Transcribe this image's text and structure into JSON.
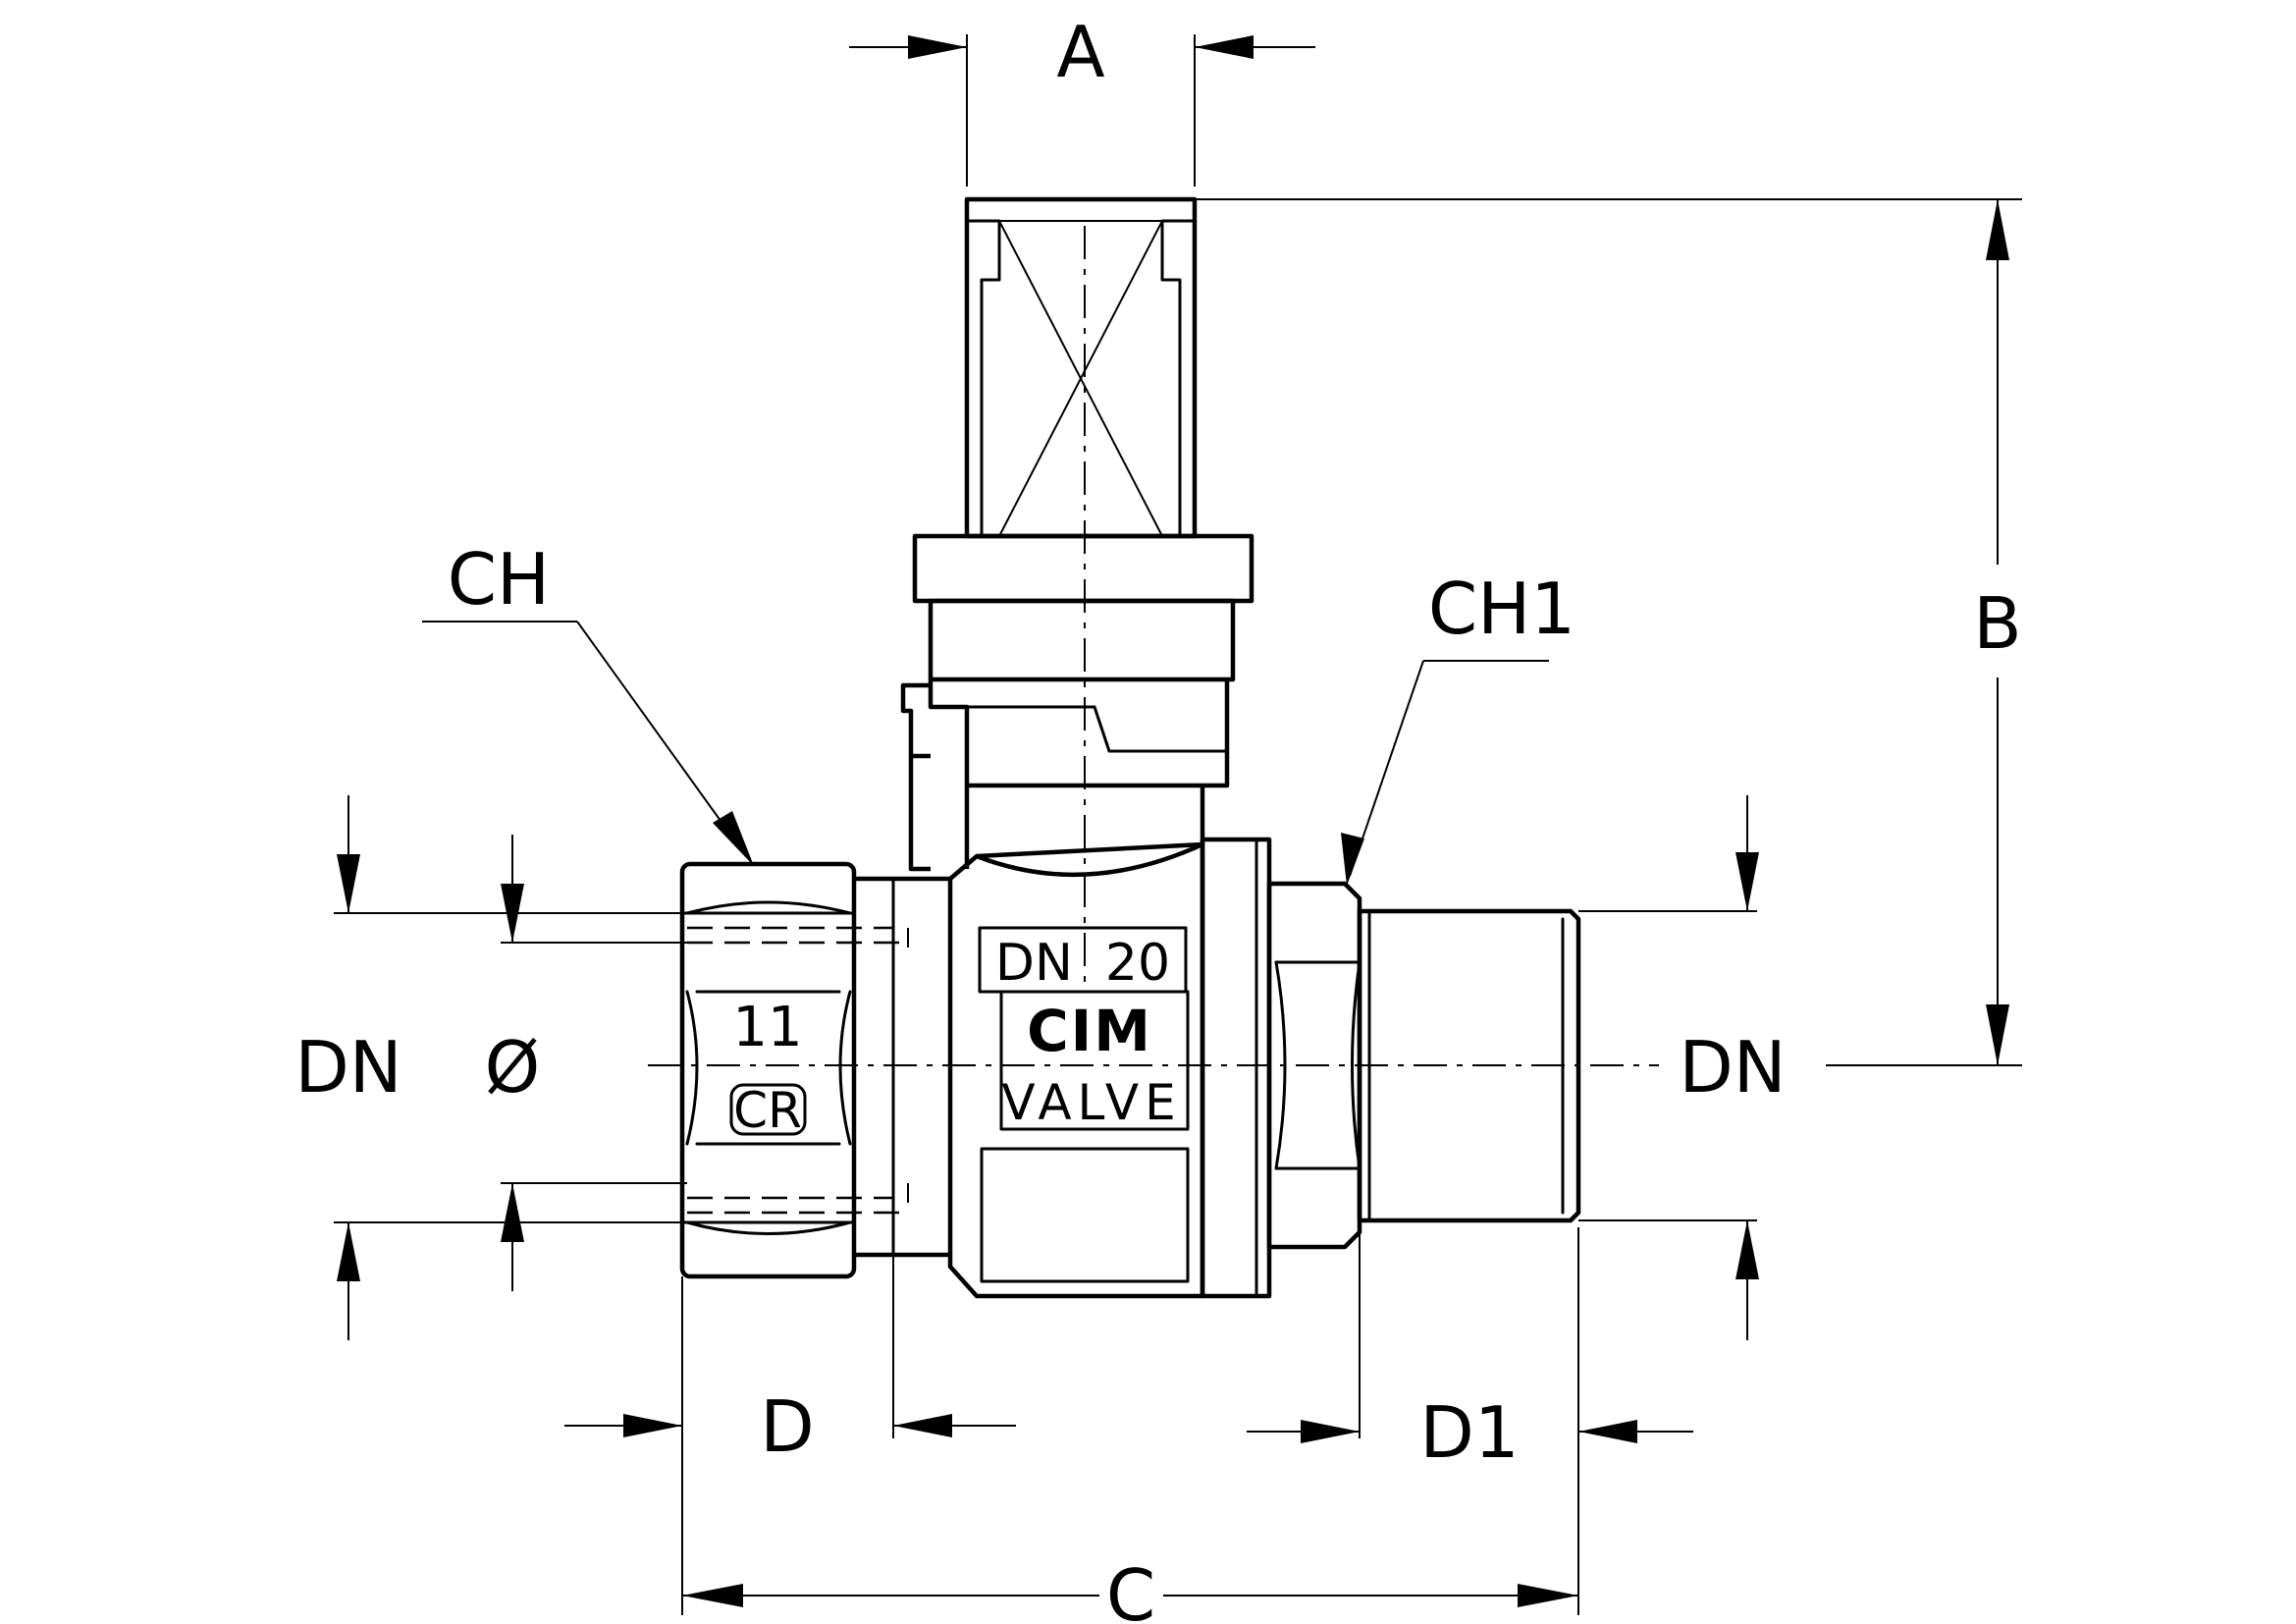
{
  "dimensions": {
    "A": "A",
    "B": "B",
    "C": "C",
    "D": "D",
    "D1": "D1",
    "CH": "CH",
    "CH1": "CH1",
    "DN_left": "DN",
    "diameter": "Ø",
    "DN_right": "DN"
  },
  "markings": {
    "size": "11",
    "body_size": "DN  20",
    "brand_logo": "CIM",
    "brand_text": "VALVE",
    "maker_logo": "CR"
  }
}
